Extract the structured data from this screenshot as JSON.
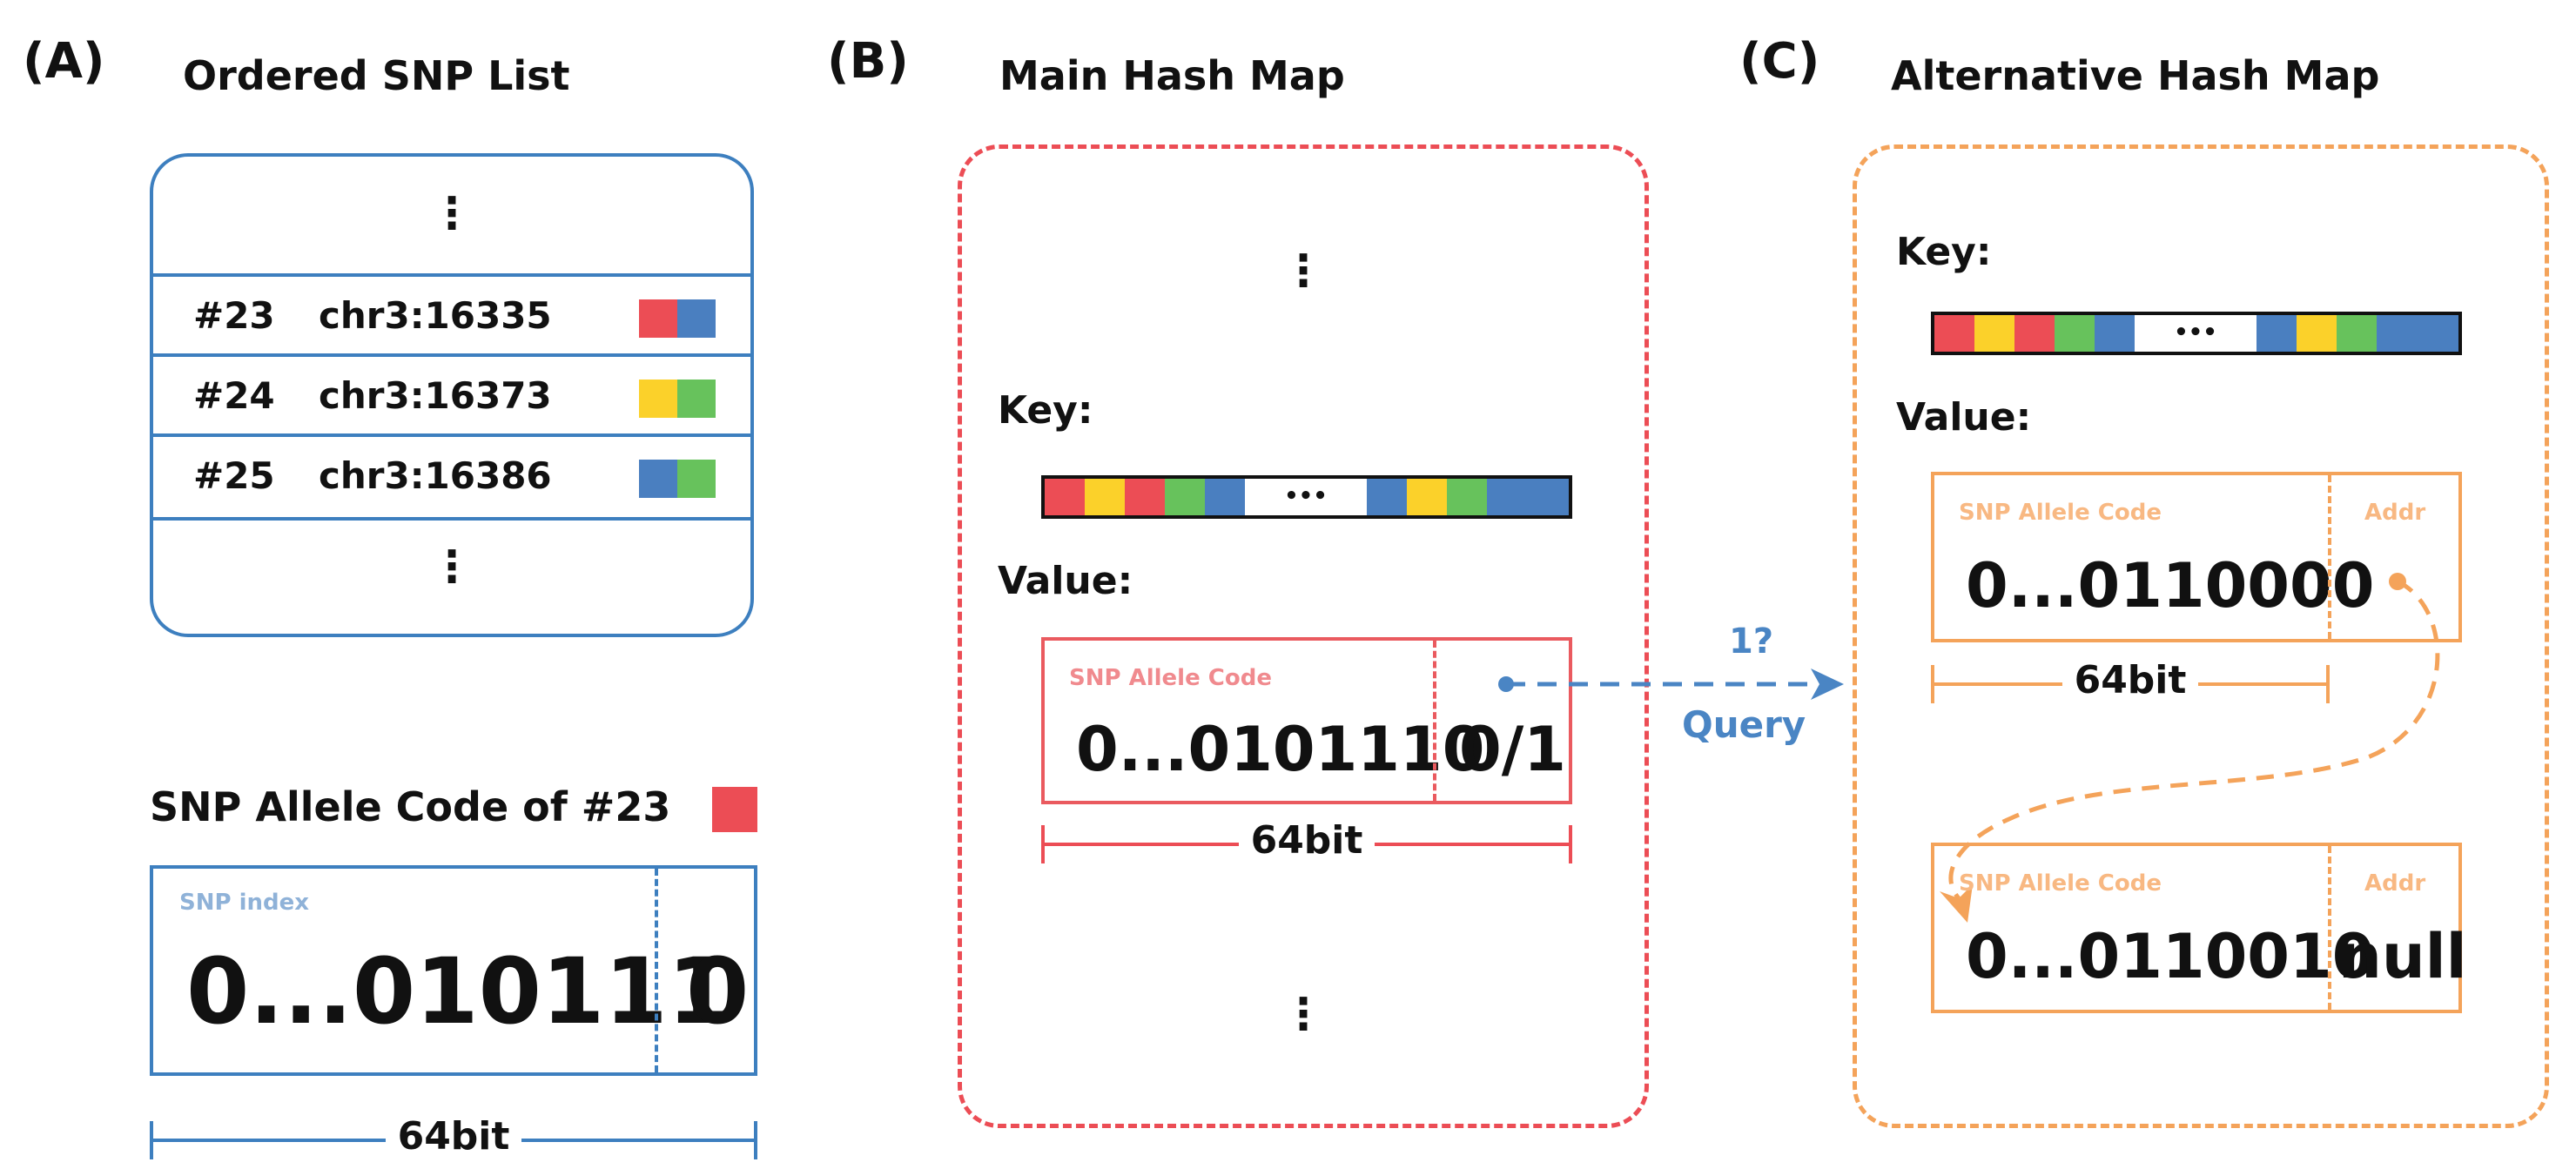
{
  "colors": {
    "blue": "#4a7fc0",
    "red": "#ec4d55",
    "orange": "#f4a35a",
    "yellow": "#fbd12a",
    "green": "#67c25c",
    "list_border": "#3d7fbf",
    "value_box_red": "#ea5a5f",
    "caption_red": "#f08a8e",
    "caption_orange": "#f8b882",
    "caption_blue": "#8fb2d8",
    "query_blue": "#4a85c4"
  },
  "panelA": {
    "letter": "(A)",
    "title": "Ordered SNP List",
    "dots_top": "⋮",
    "dots_bottom": "⋮",
    "rows": [
      {
        "id": "#23",
        "pos": "chr3:16335",
        "colors": [
          "red",
          "blue"
        ]
      },
      {
        "id": "#24",
        "pos": "chr3:16373",
        "colors": [
          "yellow",
          "green"
        ]
      },
      {
        "id": "#25",
        "pos": "chr3:16386",
        "colors": [
          "blue",
          "green"
        ]
      }
    ],
    "code_title": "SNP Allele Code of #23",
    "code_caption": "SNP index",
    "code_value": "0...010111",
    "code_flag": "0",
    "bit_label": "64bit"
  },
  "panelB": {
    "letter": "(B)",
    "title": "Main Hash Map",
    "dots_top": "⋮",
    "dots_bottom": "⋮",
    "key_label": "Key:",
    "key_ellipsis": "•••",
    "key_colors": [
      "red",
      "yellow",
      "red",
      "green",
      "blue",
      "white",
      "blue",
      "yellow",
      "green",
      "blue"
    ],
    "value_label": "Value:",
    "value_caption": "SNP Allele Code",
    "value_code": "0...0101110",
    "value_flag": "0/1",
    "bit_label": "64bit"
  },
  "query": {
    "question": "1?",
    "label": "Query"
  },
  "panelC": {
    "letter": "(C)",
    "title": "Alternative Hash Map",
    "key_label": "Key:",
    "key_ellipsis": "•••",
    "key_colors": [
      "red",
      "yellow",
      "red",
      "green",
      "blue",
      "white",
      "blue",
      "yellow",
      "green",
      "blue"
    ],
    "value_label": "Value:",
    "node1": {
      "caption": "SNP Allele Code",
      "addr_caption": "Addr",
      "code": "0...0110000"
    },
    "bit_label": "64bit",
    "node2": {
      "caption": "SNP Allele Code",
      "addr_caption": "Addr",
      "code": "0...0110010",
      "addr": "null"
    }
  }
}
